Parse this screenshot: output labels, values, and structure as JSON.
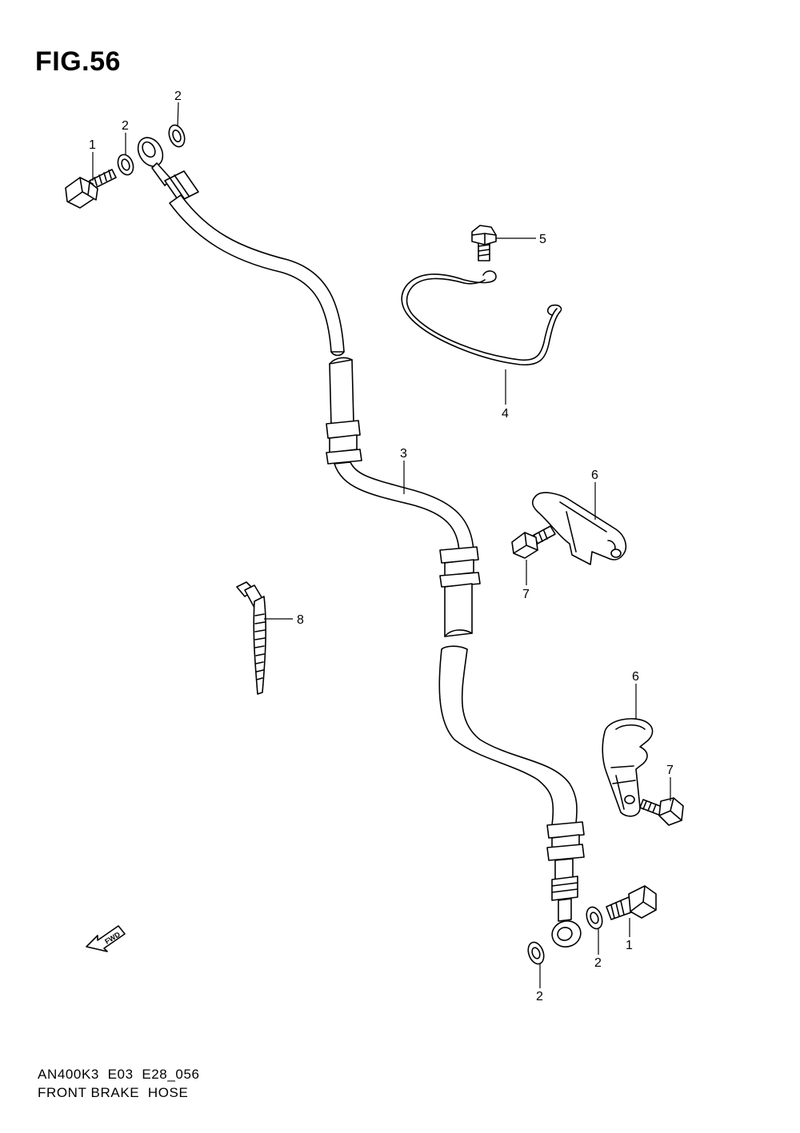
{
  "figure": {
    "title": "FIG.56",
    "code": "AN400K3  E03  E28_056",
    "name": "FRONT BRAKE  HOSE",
    "fwd_label": "FWD"
  },
  "callouts": [
    "1",
    "2",
    "2",
    "3",
    "5",
    "4",
    "6",
    "7",
    "8",
    "6",
    "7",
    "1",
    "2",
    "2"
  ],
  "icons": {
    "forward_arrow": "forward-arrow-icon"
  }
}
